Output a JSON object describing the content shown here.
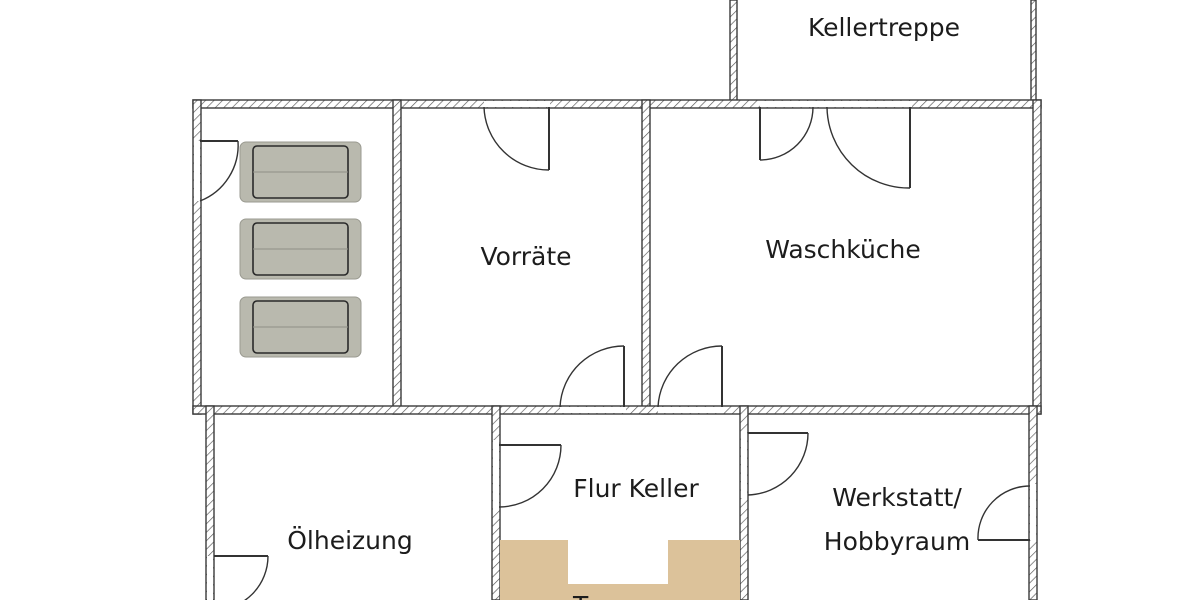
{
  "floorplan": {
    "rooms": {
      "kellertreppe": "Kellertreppe",
      "vorraete": "Vorräte",
      "waschkueche": "Waschküche",
      "flur_keller": "Flur Keller",
      "werkstatt_line1": "Werkstatt/",
      "werkstatt_line2": "Hobbyraum",
      "oelheizung": "Ölheizung",
      "treppe_partial": "T"
    },
    "fixtures": {
      "tank_count": 3,
      "tank_color": "#b9b9ae",
      "stair_color": "#dcc29a"
    },
    "colors": {
      "wall_outline": "#3a3a3a",
      "background": "#ffffff"
    }
  }
}
